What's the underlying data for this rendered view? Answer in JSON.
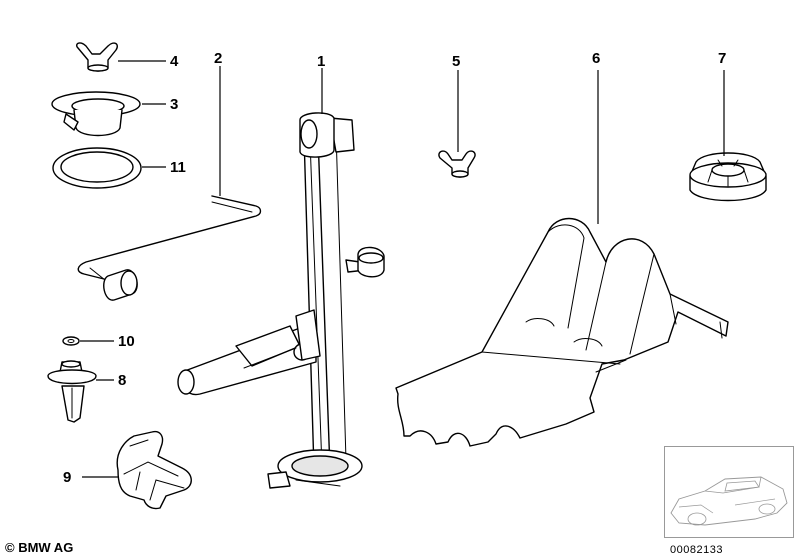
{
  "callouts": [
    {
      "id": "1",
      "label": "1"
    },
    {
      "id": "2",
      "label": "2"
    },
    {
      "id": "3",
      "label": "3"
    },
    {
      "id": "4",
      "label": "4"
    },
    {
      "id": "5",
      "label": "5"
    },
    {
      "id": "6",
      "label": "6"
    },
    {
      "id": "7",
      "label": "7"
    },
    {
      "id": "8",
      "label": "8"
    },
    {
      "id": "9",
      "label": "9"
    },
    {
      "id": "10",
      "label": "10"
    },
    {
      "id": "11",
      "label": "11"
    }
  ],
  "footer": {
    "copyright": "© BMW AG",
    "doc_number": "00082133"
  }
}
